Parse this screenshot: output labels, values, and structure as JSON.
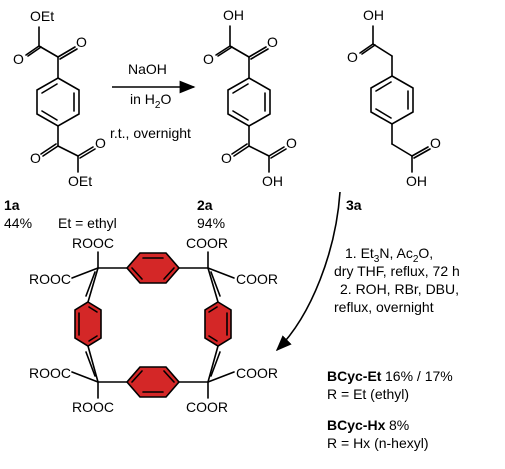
{
  "molecule_1a": {
    "label_top": "OEt",
    "label_keto_top": "O",
    "label_keto_bottom": "O",
    "label_bottom": "OEt",
    "label_carbonyl_o_top": "O",
    "label_carbonyl_o_bottom": "O",
    "id": "1a",
    "yield": "44%",
    "note": "Et = ethyl"
  },
  "molecule_2a": {
    "label_top": "OH",
    "label_o_top_left": "O",
    "label_o_top_right": "O",
    "label_o_bottom_left": "O",
    "label_o_bottom_right": "O",
    "label_bottom": "OH",
    "id": "2a",
    "yield": "94%"
  },
  "molecule_3a": {
    "label_top": "OH",
    "label_o_top": "O",
    "label_o_bottom": "O",
    "label_bottom": "OH",
    "id": "3a"
  },
  "reaction_1": {
    "reagent_line1": "NaOH",
    "reagent_line2_prefix": "in H",
    "reagent_line2_sub": "2",
    "reagent_line2_suffix": "O",
    "condition": "r.t., overnight"
  },
  "reaction_2": {
    "line1_prefix": "1. Et",
    "line1_sub1": "3",
    "line1_mid": "N, Ac",
    "line1_sub2": "2",
    "line1_suffix": "O,",
    "line2": "dry THF, reflux, 72 h",
    "line3": "2. ROH, RBr, DBU,",
    "line4": "reflux, overnight"
  },
  "macrocycle": {
    "ester_top_left_1": "ROOC",
    "ester_top_left_2": "ROOC",
    "ester_top_right_1": "COOR",
    "ester_top_right_2": "COOR",
    "ester_bottom_left_1": "ROOC",
    "ester_bottom_left_2": "ROOC",
    "ester_bottom_right_1": "COOR",
    "ester_bottom_right_2": "COOR",
    "ring_color": "#d42727"
  },
  "products": [
    {
      "name": "BCyc-Et",
      "yield": "16% / 17%",
      "definition": "R = Et (ethyl)"
    },
    {
      "name": "BCyc-Hx",
      "yield": "8%",
      "definition": "R = Hx (n-hexyl)"
    }
  ]
}
